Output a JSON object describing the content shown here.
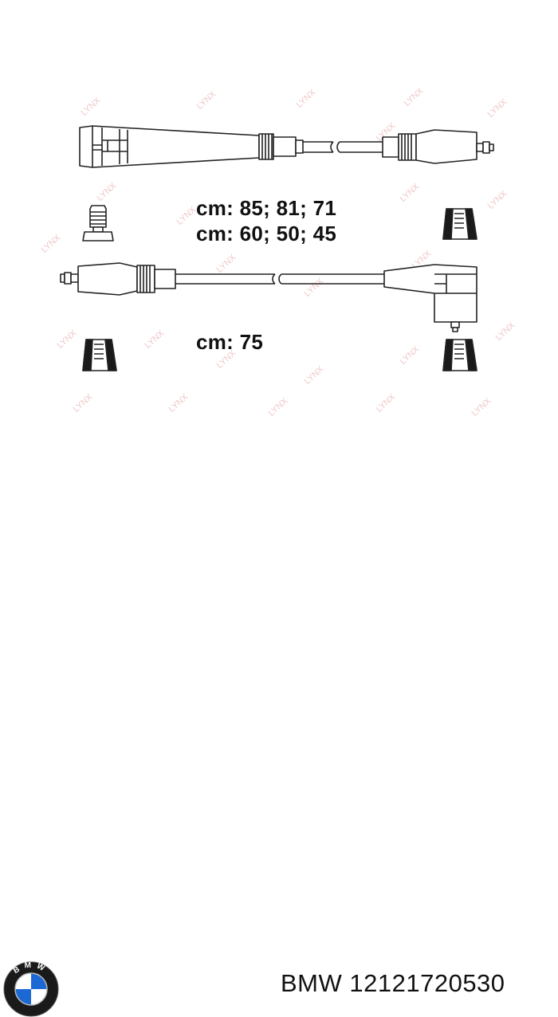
{
  "labels": {
    "lengths_line1": "cm: 85; 81; 71",
    "lengths_line2": "cm: 60; 50; 45",
    "lengths_line3": "cm: 75"
  },
  "brand": {
    "name": "BMW",
    "part_number": "12121720530",
    "full": "BMW 12121720530",
    "logo_letters": "BMW"
  },
  "watermark": {
    "text": "LYNX"
  },
  "colors": {
    "line": "#222222",
    "watermark": "#f1c8c8",
    "logo_blue": "#1c69d4",
    "logo_black": "#1a1a1a"
  }
}
